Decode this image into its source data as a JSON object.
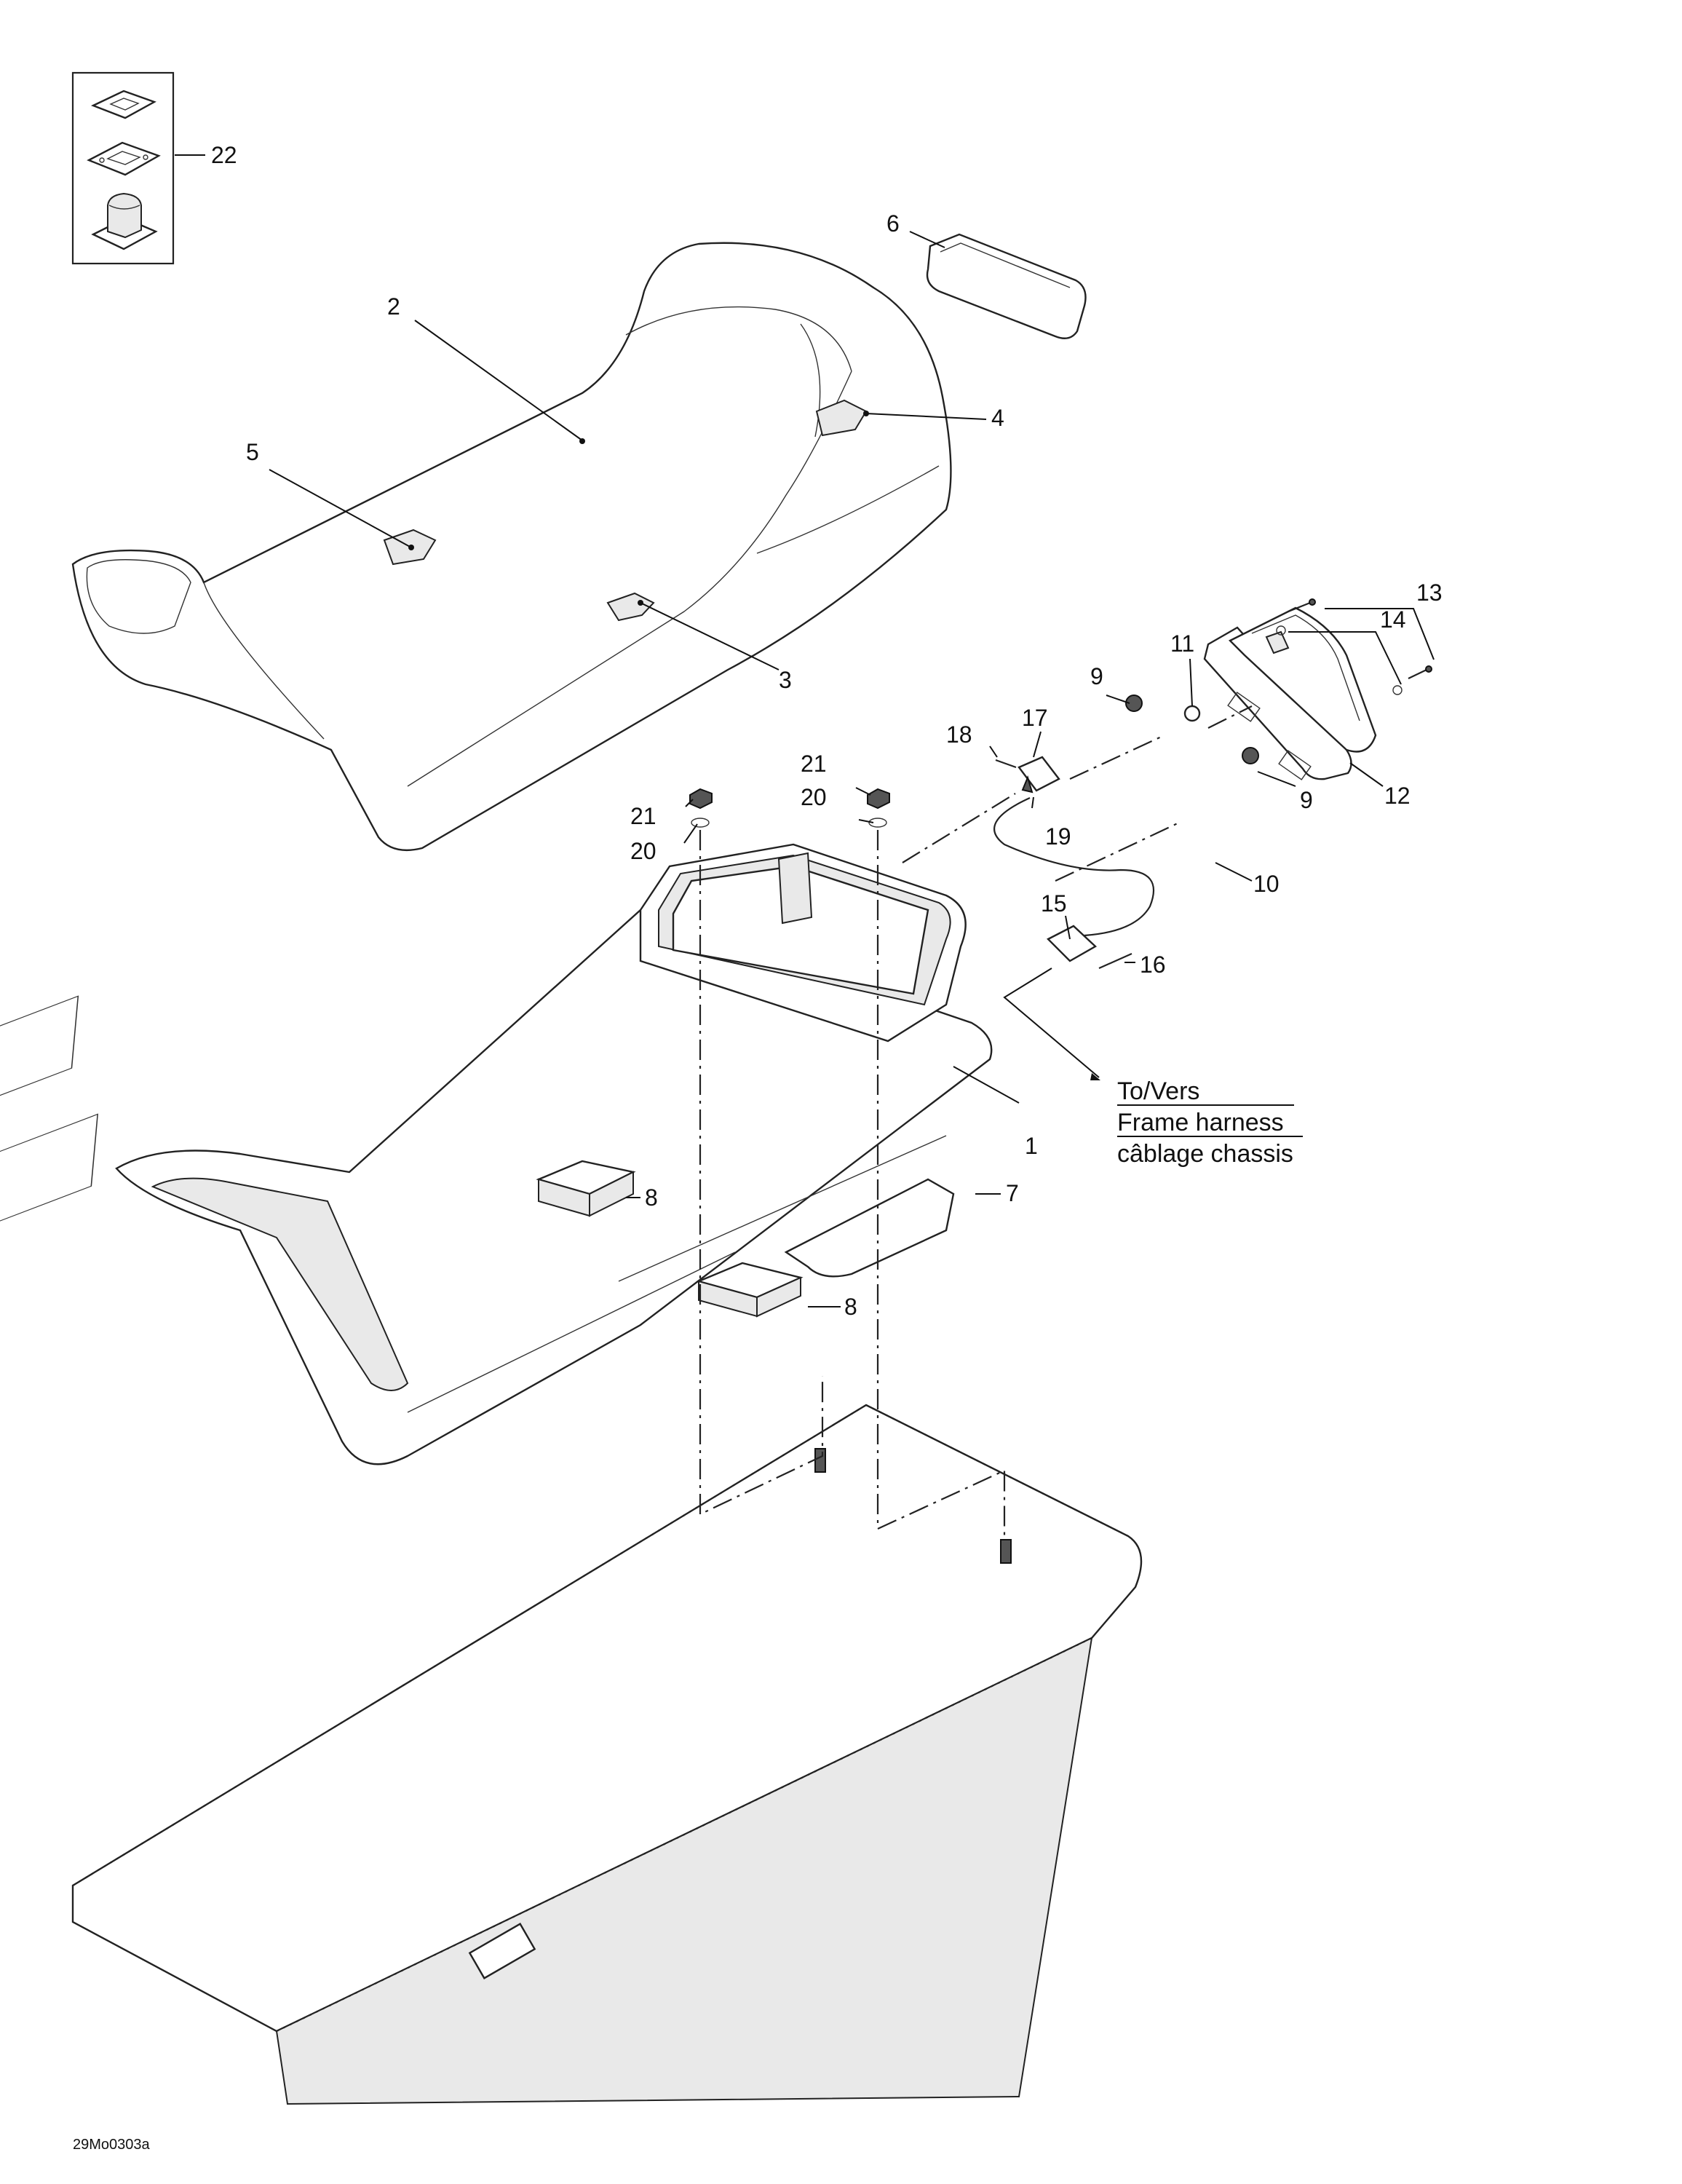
{
  "callouts": [
    {
      "id": "c1",
      "text": "1"
    },
    {
      "id": "c2",
      "text": "2"
    },
    {
      "id": "c3",
      "text": "3"
    },
    {
      "id": "c4",
      "text": "4"
    },
    {
      "id": "c5",
      "text": "5"
    },
    {
      "id": "c6",
      "text": "6"
    },
    {
      "id": "c7",
      "text": "7"
    },
    {
      "id": "c8a",
      "text": "8"
    },
    {
      "id": "c8b",
      "text": "8"
    },
    {
      "id": "c9a",
      "text": "9"
    },
    {
      "id": "c9b",
      "text": "9"
    },
    {
      "id": "c10",
      "text": "10"
    },
    {
      "id": "c11",
      "text": "11"
    },
    {
      "id": "c12",
      "text": "12"
    },
    {
      "id": "c13",
      "text": "13"
    },
    {
      "id": "c14",
      "text": "14"
    },
    {
      "id": "c15",
      "text": "15"
    },
    {
      "id": "c16",
      "text": "16"
    },
    {
      "id": "c17",
      "text": "17"
    },
    {
      "id": "c18",
      "text": "18"
    },
    {
      "id": "c19",
      "text": "19"
    },
    {
      "id": "c20a",
      "text": "20"
    },
    {
      "id": "c20b",
      "text": "20"
    },
    {
      "id": "c21a",
      "text": "21"
    },
    {
      "id": "c21b",
      "text": "21"
    },
    {
      "id": "c22",
      "text": "22"
    }
  ],
  "note": {
    "line1": "To/Vers",
    "line2": "Frame harness",
    "line3": "câblage chassis"
  },
  "drawing_code": "29Mo0303a"
}
